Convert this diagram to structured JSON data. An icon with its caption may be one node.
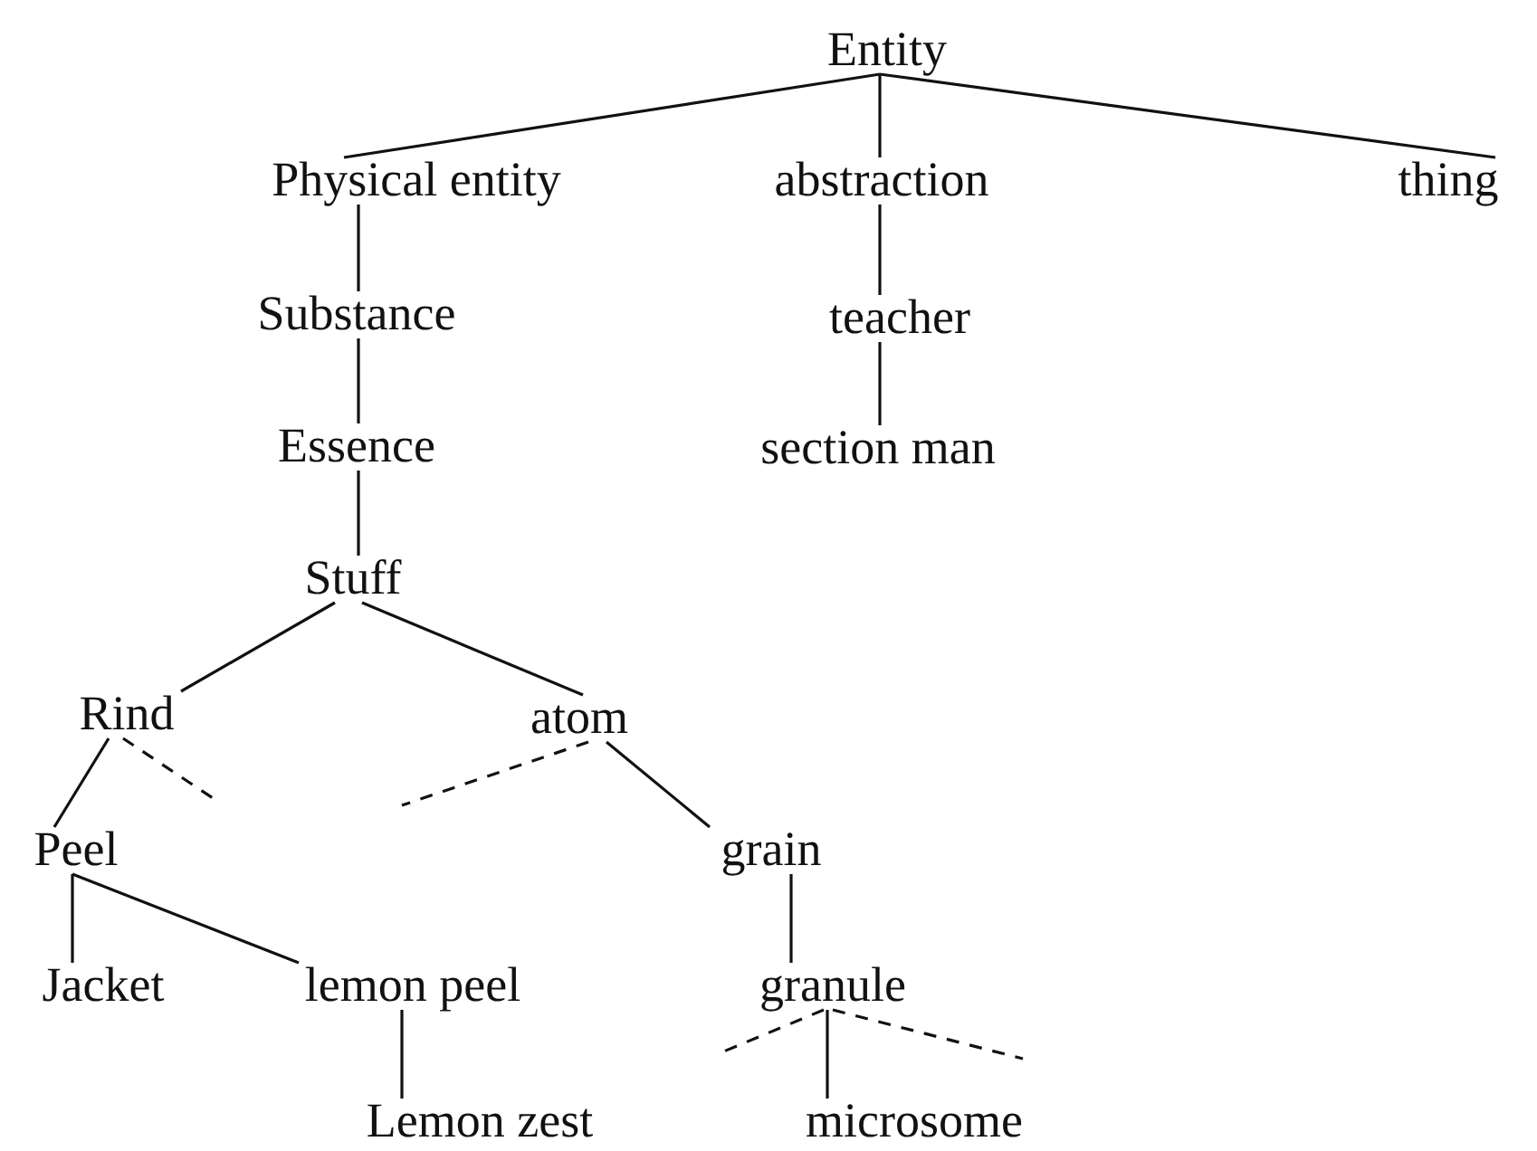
{
  "diagram": {
    "nodes": [
      {
        "text": [
          "Entity"
        ]
      },
      {
        "text": [
          "Physical entity"
        ]
      },
      {
        "text": [
          "abstraction"
        ]
      },
      {
        "text": [
          "thing"
        ]
      },
      {
        "text": [
          "Substance"
        ]
      },
      {
        "text": [
          "teacher"
        ]
      },
      {
        "text": [
          "Essence"
        ]
      },
      {
        "text": [
          "section man"
        ]
      },
      {
        "text": [
          "Stuff"
        ]
      },
      {
        "text": [
          "Rind"
        ]
      },
      {
        "text": [
          "atom"
        ]
      },
      {
        "text": [
          "Peel"
        ]
      },
      {
        "text": [
          "grain"
        ]
      },
      {
        "text": [
          "Jacket"
        ]
      },
      {
        "text": [
          "lemon peel"
        ]
      },
      {
        "text": [
          "granule"
        ]
      },
      {
        "text": [
          "Lemon zest"
        ]
      },
      {
        "text": [
          "microsome"
        ]
      }
    ],
    "edges": [
      {
        "from": 0,
        "to": 1,
        "arrow": "none"
      },
      {
        "from": 0,
        "to": 2,
        "arrow": "none"
      },
      {
        "from": 0,
        "to": 3,
        "arrow": "none"
      },
      {
        "from": 1,
        "to": 4,
        "arrow": "none"
      },
      {
        "from": 2,
        "to": 5,
        "arrow": "none"
      },
      {
        "from": 4,
        "to": 6,
        "arrow": "none"
      },
      {
        "from": 5,
        "to": 7,
        "arrow": "none"
      },
      {
        "from": 6,
        "to": 8,
        "arrow": "none"
      },
      {
        "from": 8,
        "to": 9,
        "arrow": "none"
      },
      {
        "from": 8,
        "to": 10,
        "arrow": "none"
      },
      {
        "from": 9,
        "to": 11,
        "arrow": "none"
      },
      {
        "from": 9,
        "to": null,
        "arrow": "none",
        "style": "dashed"
      },
      {
        "from": 10,
        "to": null,
        "arrow": "none",
        "style": "dashed"
      },
      {
        "from": 10,
        "to": 12,
        "arrow": "none"
      },
      {
        "from": 11,
        "to": 13,
        "arrow": "none"
      },
      {
        "from": 11,
        "to": 14,
        "arrow": "none"
      },
      {
        "from": 14,
        "to": 16,
        "arrow": "none"
      },
      {
        "from": 12,
        "to": 15,
        "arrow": "none"
      },
      {
        "from": 15,
        "to": null,
        "arrow": "none",
        "style": "dashed"
      },
      {
        "from": 15,
        "to": 17,
        "arrow": "none"
      },
      {
        "from": 15,
        "to": null,
        "arrow": "none",
        "style": "dashed"
      }
    ]
  }
}
